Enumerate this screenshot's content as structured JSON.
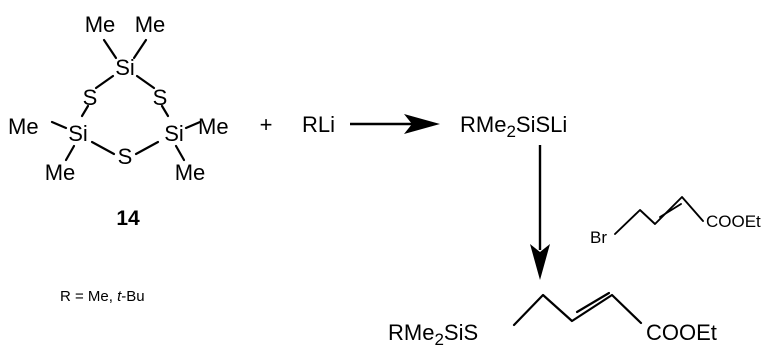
{
  "scheme": {
    "ring": {
      "me": "Me",
      "si": "Si",
      "s": "S",
      "label": "14"
    },
    "r_definition": {
      "prefix": "R = Me, ",
      "italic": "t",
      "suffix": "-Bu"
    },
    "plus": "+",
    "reagent": "RLi",
    "intermediate": {
      "r": "RMe",
      "sub": "2",
      "rest": "SiSLi"
    },
    "bromide": {
      "br": "Br",
      "ester": "COOEt"
    },
    "product": {
      "r": "RMe",
      "sub": "2",
      "rest": "SiS",
      "ester": "COOEt"
    }
  }
}
